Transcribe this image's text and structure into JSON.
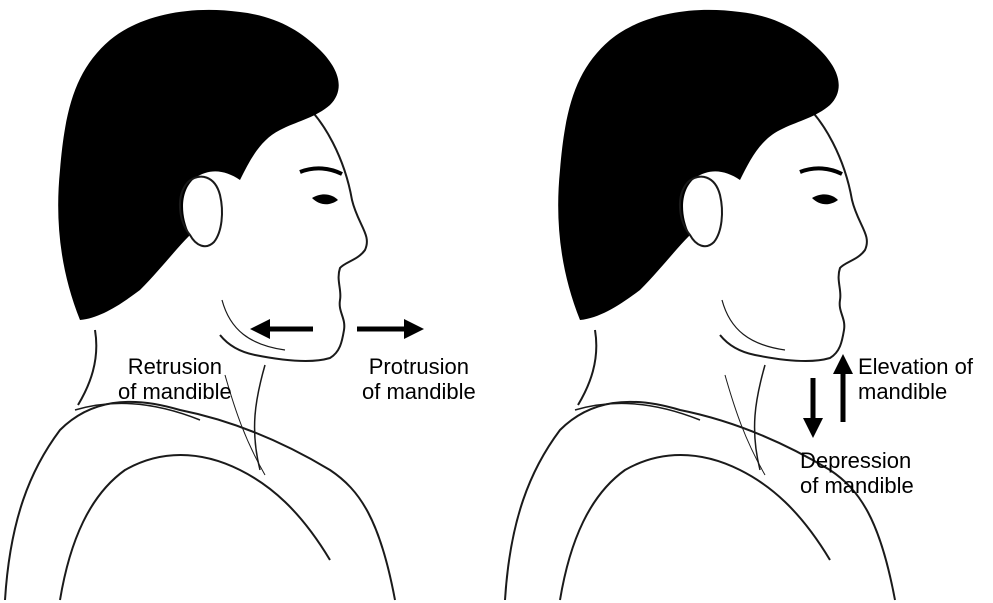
{
  "left_panel": {
    "retrusion": {
      "line1": "Retrusion",
      "line2": "of mandible"
    },
    "protrusion": {
      "line1": "Protrusion",
      "line2": "of mandible"
    }
  },
  "right_panel": {
    "elevation": {
      "line1": "Elevation of",
      "line2": "mandible"
    },
    "depression": {
      "line1": "Depression",
      "line2": "of mandible"
    }
  },
  "colors": {
    "hair": "#000000",
    "line": "#1a1a1a",
    "arrow": "#000000",
    "background": "#ffffff"
  },
  "icons": [
    "arrow-left-icon",
    "arrow-right-icon",
    "arrow-up-icon",
    "arrow-down-icon"
  ]
}
